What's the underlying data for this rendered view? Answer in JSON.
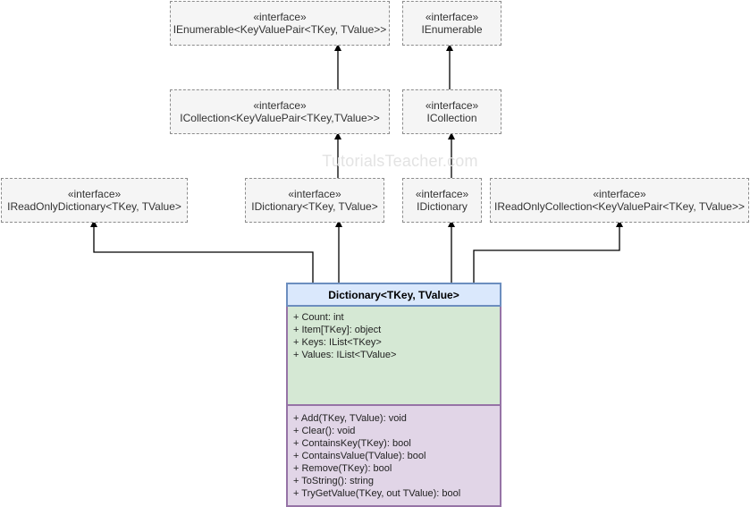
{
  "watermark": "TutorialsTeacher.com",
  "interfaces": {
    "ienumerable_generic": {
      "stereotype": "«interface»",
      "name": "IEnumerable<KeyValuePair<TKey, TValue>>"
    },
    "ienumerable": {
      "stereotype": "«interface»",
      "name": "IEnumerable"
    },
    "icollection_generic": {
      "stereotype": "«interface»",
      "name": "ICollection<KeyValuePair<TKey,TValue>>"
    },
    "icollection": {
      "stereotype": "«interface»",
      "name": "ICollection"
    },
    "ireadonlydictionary": {
      "stereotype": "«interface»",
      "name": "IReadOnlyDictionary<TKey, TValue>"
    },
    "idictionary_generic": {
      "stereotype": "«interface»",
      "name": "IDictionary<TKey, TValue>"
    },
    "idictionary": {
      "stereotype": "«interface»",
      "name": "IDictionary"
    },
    "ireadonlycollection": {
      "stereotype": "«interface»",
      "name": "IReadOnlyCollection<KeyValuePair<TKey, TValue>>"
    }
  },
  "class": {
    "name": "Dictionary<TKey, TValue>",
    "fields": [
      "+ Count: int",
      "+ Item[TKey]: object",
      "+ Keys: IList<TKey>",
      "+ Values: IList<TValue>"
    ],
    "methods": [
      "+ Add(TKey, TValue): void",
      "+ Clear(): void",
      "+ ContainsKey(TKey): bool",
      "+ ContainsValue(TValue): bool",
      "+ Remove(TKey): bool",
      "+ ToString(): string",
      "+ TryGetValue(TKey, out TValue): bool"
    ]
  },
  "colors": {
    "interface_fill": "#f5f5f5",
    "interface_border": "#8c8c8c",
    "header_fill": "#dae8fc",
    "header_border": "#6c8ebf",
    "fields_fill": "#d5e8d4",
    "methods_fill": "#e1d5e7",
    "class_border": "#9673a6",
    "arrow": "#000000"
  }
}
